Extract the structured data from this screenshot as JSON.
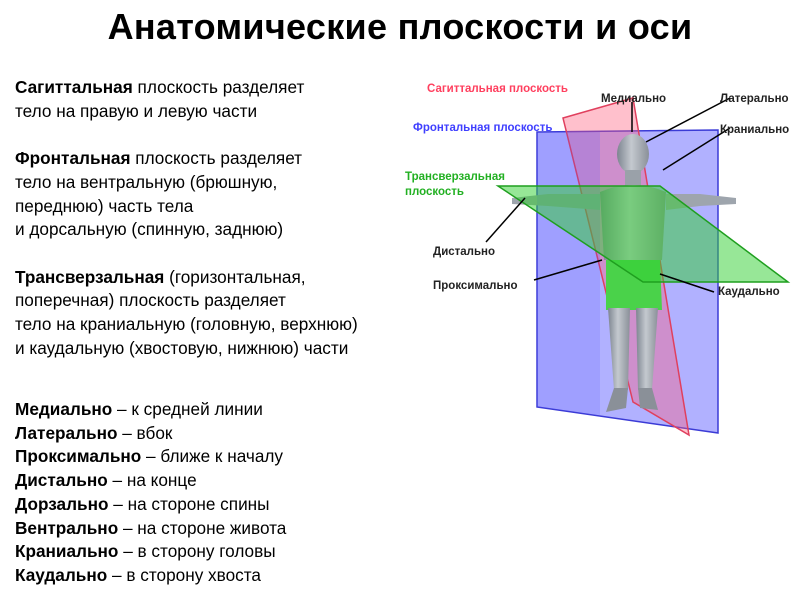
{
  "title": "Анатомические плоскости и оси",
  "description": {
    "sagittal": {
      "term": "Сагиттальная",
      "line1": " плоскость разделяет",
      "line2": "тело на правую и левую части"
    },
    "frontal": {
      "term": "Фронтальная",
      "line1": " плоскость разделяет",
      "line2": "тело на вентральную (брюшную,",
      "line3": "переднюю) часть тела",
      "line4": "и дорсальную (спинную, заднюю)"
    },
    "transverse": {
      "term": "Трансверзальная",
      "line1": " (горизонтальная,",
      "line2": "поперечная) плоскость разделяет",
      "line3": "тело на краниальную (головную, верхнюю)",
      "line4": "и каудальную (хвостовую, нижнюю) части"
    }
  },
  "definitions": [
    {
      "term": "Медиально",
      "text": " – к средней линии"
    },
    {
      "term": "Латерально",
      "text": " – вбок"
    },
    {
      "term": "Проксимально",
      "text": " – ближе к началу"
    },
    {
      "term": "Дистально",
      "text": " – на конце"
    },
    {
      "term": "Дорзально",
      "text": " – на стороне спины"
    },
    {
      "term": "Вентрально",
      "text": " – на стороне живота"
    },
    {
      "term": "Краниально",
      "text": " – в сторону головы"
    },
    {
      "term": "Каудально",
      "text": " – в сторону хвоста"
    }
  ],
  "figure_labels": {
    "sagittal_plane": "Сагиттальная плоскость",
    "frontal_plane": "Фронтальная плоскость",
    "transverse_plane_1": "Трансверзальная",
    "transverse_plane_2": "плоскость",
    "medial": "Медиально",
    "lateral": "Латерально",
    "cranial": "Краниально",
    "distal": "Дистально",
    "proximal": "Проксимально",
    "caudal": "Каудально"
  },
  "colors": {
    "sagittal": "#ff4f6e",
    "frontal": "#4f4fff",
    "transverse": "#1fbf1f"
  }
}
